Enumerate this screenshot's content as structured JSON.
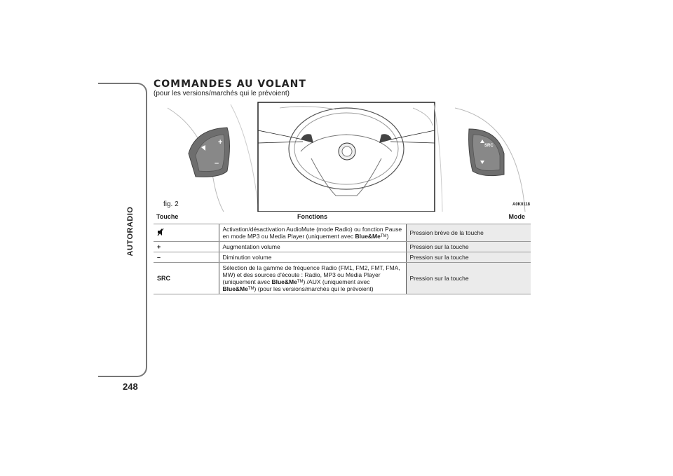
{
  "sidebar": {
    "label": "AUTORADIO"
  },
  "page_number": "248",
  "title": "COMMANDES AU VOLANT",
  "subtitle": "(pour les versions/marchés qui le prévoient)",
  "figure": {
    "label": "fig. 2",
    "code": "A0K0118",
    "left_buttons": [
      "+",
      "–"
    ],
    "right_buttons": [
      "SRC"
    ]
  },
  "table": {
    "headers": [
      "Touche",
      "Fonctions",
      "Mode"
    ],
    "rows": [
      {
        "key_icon": "mute-icon",
        "function_pre": "Activation/désactivation AudioMute (mode Radio) ou fonction Pause en mode MP3 ou Media Player (uniquement avec ",
        "brand": "Blue&Me",
        "tm": "TM",
        "function_post": ")",
        "mode": "Pression brève de la touche"
      },
      {
        "key": "+",
        "function": "Augmentation volume",
        "mode": "Pression sur la touche"
      },
      {
        "key": "–",
        "function": "Diminution volume",
        "mode": "Pression sur la touche"
      },
      {
        "key": "SRC",
        "function_pre": "Sélection de la gamme de fréquence Radio (FM1, FM2, FMT, FMA, MW) et des sources d'écoute : Radio, MP3 ou Media Player (uniquement avec ",
        "brand": "Blue&Me",
        "tm": "TM",
        "function_mid": ") /AUX (uniquement avec ",
        "brand2": "Blue&Me",
        "tm2": "TM",
        "function_post": ") (pour les versions/marchés qui le prévoient)",
        "mode": "Pression sur la touche"
      }
    ]
  }
}
